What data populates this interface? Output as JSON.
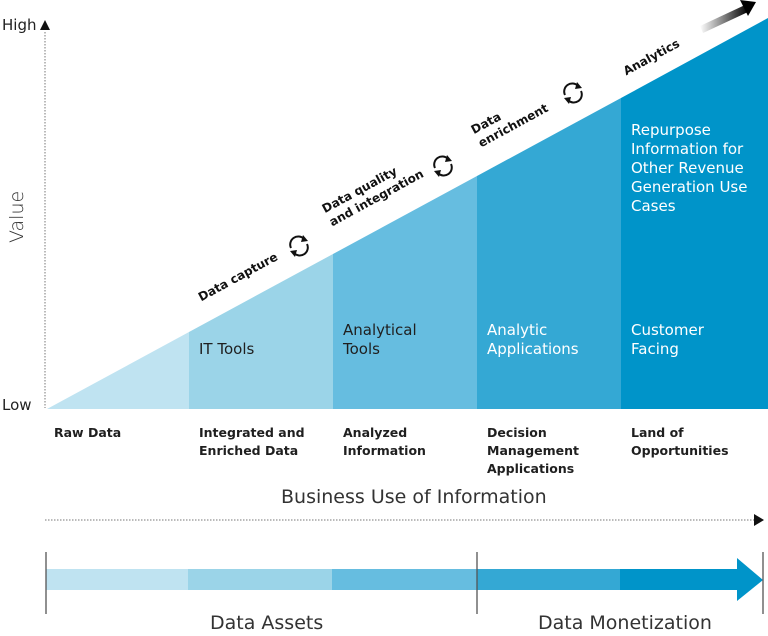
{
  "axes": {
    "y_label": "Value",
    "y_high": "High",
    "y_low": "Low",
    "x_title": "Business Use of Information"
  },
  "colors": {
    "col1": "#bfe3f1",
    "col2": "#9bd4e8",
    "col3": "#66bde0",
    "col4": "#34a8d4",
    "col5": "#0094c9"
  },
  "columns": [
    {
      "inner_label": "",
      "stage": "Raw Data"
    },
    {
      "inner_label": "IT Tools",
      "stage": "Integrated and Enriched Data"
    },
    {
      "inner_label": "Analytical Tools",
      "stage": "Analyzed Information"
    },
    {
      "inner_label": "Analytic Applications",
      "stage": "Decision Management Applications"
    },
    {
      "inner_label": "Customer Facing",
      "stage": "Land of Opportunities"
    }
  ],
  "top_box": "Repurpose Information for Other Revenue Generation Use Cases",
  "diagonal_steps": [
    {
      "label_line1": "Data capture",
      "label_line2": ""
    },
    {
      "label_line1": "Data quality",
      "label_line2": "and integration"
    },
    {
      "label_line1": "Data",
      "label_line2": "enrichment"
    },
    {
      "label_line1": "Analytics",
      "label_line2": ""
    }
  ],
  "phases": {
    "left": "Data Assets",
    "right": "Data Monetization"
  }
}
